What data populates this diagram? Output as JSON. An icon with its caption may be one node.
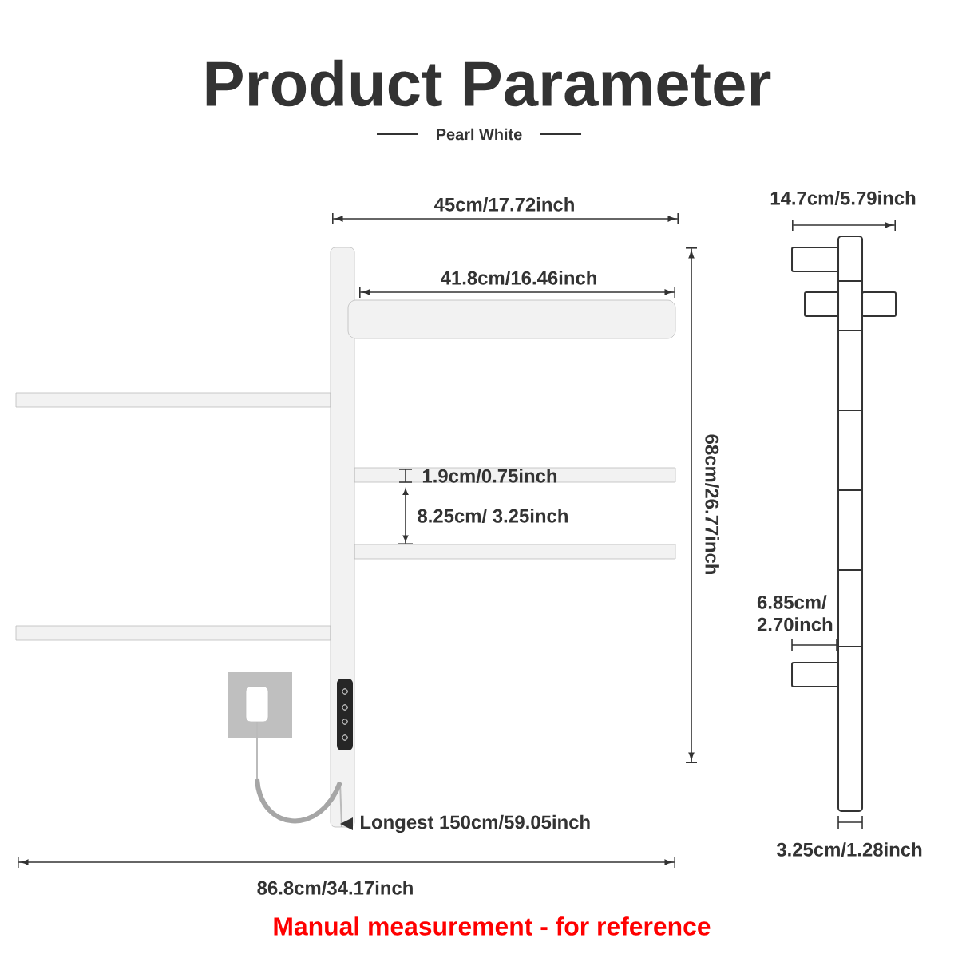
{
  "diagram": {
    "title": "Product Parameter",
    "caption": "Manual measurement - for reference",
    "labels": [
      "Pearl White",
      "45cm/17.72inch",
      "41.8cm/16.46inch",
      "1.9cm/0.75inch",
      "8.25cm/ 3.25inch",
      "68cm/26.77inch",
      "Longest 150cm/59.05inch",
      "86.8cm/34.17inch",
      "14.7cm/5.79inch",
      "6.85cm/ 2.70inch",
      "3.25cm/1.28inch"
    ]
  }
}
